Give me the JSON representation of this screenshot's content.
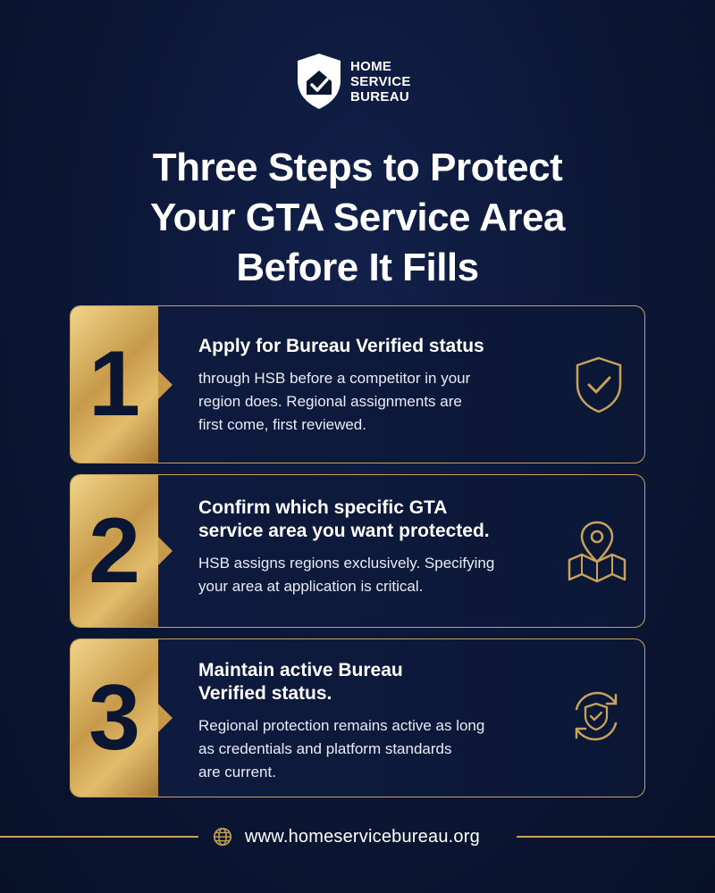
{
  "brand": {
    "line1": "HOME",
    "line2": "SERVICE",
    "line3": "BUREAU",
    "icon": "shield-house-check-icon"
  },
  "title": {
    "line1": "Three Steps to Protect",
    "line2": "Your GTA Service Area",
    "line3": "Before It Fills"
  },
  "steps": [
    {
      "number": "1",
      "heading_line1": "Apply for Bureau Verified status",
      "body_line1": "through HSB before a competitor in your",
      "body_line2": "region does. Regional assignments are",
      "body_line3": "first come, first reviewed.",
      "icon": "shield-check-icon"
    },
    {
      "number": "2",
      "heading_line1": "Confirm which specific GTA",
      "heading_line2": "service area you want protected.",
      "body_line1": "HSB assigns regions exclusively. Specifying",
      "body_line2": "your area at application is critical.",
      "icon": "map-pin-icon"
    },
    {
      "number": "3",
      "heading_line1": "Maintain active Bureau",
      "heading_line2": "Verified status.",
      "body_line1": "Regional protection remains active as long",
      "body_line2": "as credentials and platform standards",
      "body_line3": "are current.",
      "icon": "shield-refresh-icon"
    }
  ],
  "footer": {
    "url": "www.homeservicebureau.org",
    "icon": "globe-icon"
  },
  "colors": {
    "background": "#0b1633",
    "gold": "#c9a25a",
    "text": "#ffffff"
  }
}
